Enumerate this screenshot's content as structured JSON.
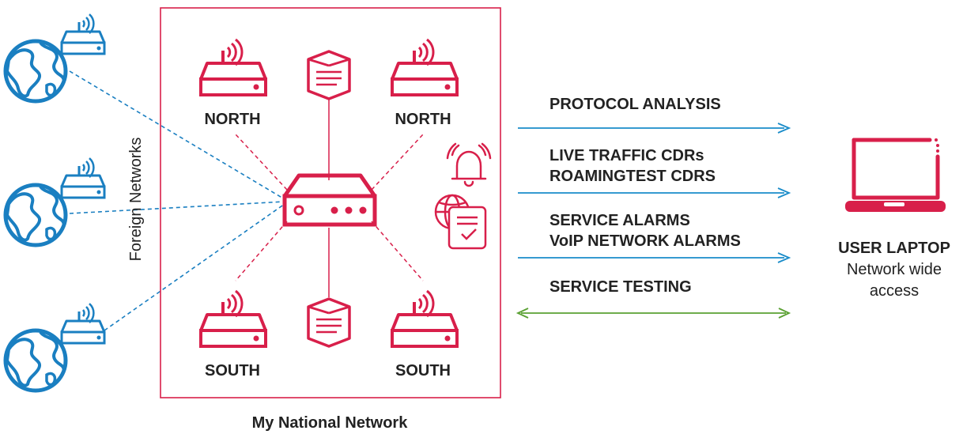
{
  "colors": {
    "national": "#d81f4a",
    "foreign": "#1a7fc1",
    "flow": "#1a8cc9",
    "bidirectional": "#5aa032",
    "text": "#222222"
  },
  "left_panel": {
    "label": "Foreign Networks",
    "icons": [
      "globe-icon",
      "router-icon"
    ]
  },
  "national": {
    "label": "My National Network",
    "nodes": {
      "north_left": "NORTH",
      "north_right": "NORTH",
      "south_left": "SOUTH",
      "south_right": "SOUTH"
    },
    "icons": [
      "router-icon",
      "server-icon",
      "core-router-icon",
      "alarm-bell-icon",
      "report-globe-icon"
    ]
  },
  "flows": [
    {
      "lines": [
        "PROTOCOL ANALYSIS"
      ],
      "direction": "to-laptop"
    },
    {
      "lines": [
        "LIVE TRAFFIC CDRs",
        "ROAMINGTEST CDRS"
      ],
      "direction": "to-laptop"
    },
    {
      "lines": [
        "SERVICE ALARMS",
        "VoIP NETWORK ALARMS"
      ],
      "direction": "to-laptop"
    },
    {
      "lines": [
        "SERVICE TESTING"
      ],
      "direction": "bidirectional"
    }
  ],
  "laptop": {
    "title": "USER LAPTOP",
    "subtitle_lines": [
      "Network wide",
      "access"
    ],
    "icon": "laptop-icon"
  }
}
